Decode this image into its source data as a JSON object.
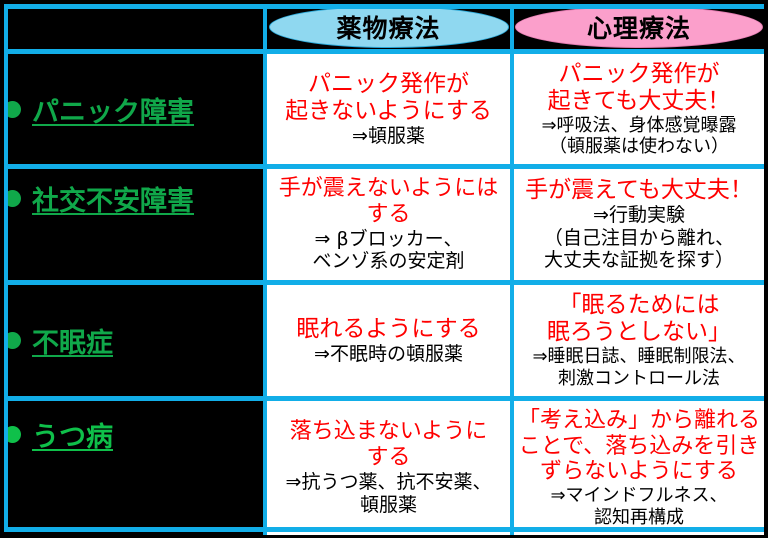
{
  "table": {
    "header": {
      "row_label_blank": "",
      "columns": [
        {
          "label": "薬物療法",
          "color": "#8FD8F0",
          "name": "pharmacotherapy"
        },
        {
          "label": "心理療法",
          "color": "#FB9FCB",
          "name": "psychotherapy"
        }
      ]
    },
    "rows": [
      {
        "label": "パニック障害",
        "label_color": "#10A84A",
        "drug": {
          "headline": [
            "パニック発作が",
            "起きないようにする"
          ],
          "detail": [
            "⇒頓服薬"
          ]
        },
        "psy": {
          "headline": [
            "パニック発作が",
            "起きても大丈夫！"
          ],
          "detail": [
            "⇒呼吸法、身体感覚曝露",
            "（頓服薬は使わない）"
          ]
        }
      },
      {
        "label": "社交不安障害",
        "label_color": "#10A84A",
        "drug": {
          "headline": [
            "手が震えないようには",
            "する"
          ],
          "detail": [
            "⇒ βブロッカー、",
            "ベンゾ系の安定剤"
          ]
        },
        "psy": {
          "headline": [
            "手が震えても大丈夫！"
          ],
          "detail": [
            "⇒行動実験",
            "（自己注目から離れ、",
            "大丈夫な証拠を探す）"
          ]
        }
      },
      {
        "label": "不眠症",
        "label_color": "#10A84A",
        "drug": {
          "headline": [
            "眠れるようにする"
          ],
          "detail": [
            "⇒不眠時の頓服薬"
          ]
        },
        "psy": {
          "headline": [
            "「眠るためには",
            "眠ろうとしない」"
          ],
          "detail": [
            "⇒睡眠日誌、睡眠制限法、",
            "刺激コントロール法"
          ]
        }
      },
      {
        "label": "うつ病",
        "label_color": "#0FC04A",
        "drug": {
          "headline": [
            "落ち込まないように",
            "する"
          ],
          "detail": [
            "⇒抗うつ薬、抗不安薬、",
            "頓服薬"
          ]
        },
        "psy": {
          "headline": [
            "「考え込み」から離れる",
            "ことで、落ち込みを引き",
            "ずらないようにする"
          ],
          "detail": [
            "⇒マインドフルネス、",
            "認知再構成"
          ]
        }
      }
    ]
  },
  "colors": {
    "border": "#12AEE8",
    "background": "#000000",
    "cell_background": "#FFFFFF",
    "headline_text": "#FF0000",
    "detail_text": "#000000",
    "label_text": "#10A84A",
    "drug_pill": "#8FD8F0",
    "psy_pill": "#FB9FCB"
  }
}
